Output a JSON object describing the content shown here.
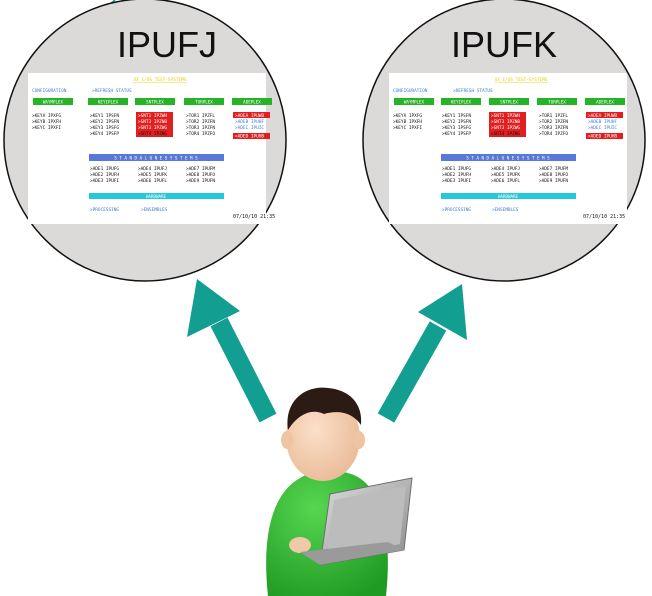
{
  "panels": [
    {
      "title": "IPUFJ",
      "banner": "XX I/OS TEST-SYSTEMS",
      "config_label": "CONFIGURATION",
      "refresh_label": ">REFRESH STATUS",
      "group_headers": [
        "WAYMPLEX",
        "KEYIPLEX",
        "SNTPLEX",
        "TORPLEX",
        "ADEPLEX"
      ],
      "col1": [
        ">KEYA IPXFG",
        ">KEYB IPXFH",
        ">KEYC IPXFI"
      ],
      "col2": [
        ">KEY1 IPSFN",
        ">KEY2 IPSFN",
        ">KEY3 IPSFG",
        ">KEY4 IPSFP"
      ],
      "col3": [
        ">SNT1 IPZWH",
        ">SNT3 IPZNB",
        ">SNT3 IPZWG",
        ">SRT4 IPZNG"
      ],
      "col4": [
        ">TOR1 IPZFL",
        ">TOR2 IPZFN",
        ">TOR3 IPZFN",
        ">TOR4 IPZFO"
      ],
      "col5": [
        ">ADEA IPUWB",
        ">ADEB IPUHF",
        ">ADEC IPUIC",
        ">ADED IPUHB"
      ],
      "standalone_header": "S T A N D A L O N E   S Y S T E M S",
      "sa1": [
        ">ADE1 IPUFG",
        ">ADE2 IPUFH",
        ">ADE3 IPUFI"
      ],
      "sa2": [
        ">ADE4 IPUFJ",
        ">ADE5 IPUFK",
        ">ADE6 IPUFL"
      ],
      "sa3": [
        ">ADE7 IPUFM",
        ">ADE8 IPUFO",
        ">ADE9 IPUFN"
      ],
      "hardware_header": "HARDWARE",
      "processing_label": ">PROCESSING",
      "ensembles_label": ">ENSEMBLES",
      "timestamp": "07/10/10 21:35"
    },
    {
      "title": "IPUFK",
      "banner": "XX I/OS TEST-SYSTEMS",
      "config_label": "CONFIGURATION",
      "refresh_label": ">REFRESH STATUS",
      "group_headers": [
        "WAYMPLEX",
        "KEYIPLEX",
        "SNTPLEX",
        "TORPLEX",
        "ADEPLEX"
      ],
      "col1": [
        ">KEYA IPXFG",
        ">KEYB IPXFH",
        ">KEYC IPXFI"
      ],
      "col2": [
        ">KEY1 IPSFN",
        ">KEY2 IPSFN",
        ">KEY3 IPSFG",
        ">KEY4 IPSFP"
      ],
      "col3": [
        ">SNT1 IPZWH",
        ">SNT3 IPZNB",
        ">SNT3 IPZWG",
        ">SRT4 IPZNG"
      ],
      "col4": [
        ">TOR1 IPZFL",
        ">TOR2 IPZFN",
        ">TOR3 IPZFN",
        ">TOR4 IPZFO"
      ],
      "col5": [
        ">ADEA IPUWB",
        ">ADEB IPUHF",
        ">ADEC IPUIC",
        ">ADED IPUHB"
      ],
      "standalone_header": "S T A N D A L O N E   S Y S T E M S",
      "sa1": [
        ">ADE1 IPUFG",
        ">ADE2 IPUFH",
        ">ADE3 IPUFI"
      ],
      "sa2": [
        ">ADE4 IPUFJ",
        ">ADE5 IPUFK",
        ">ADE6 IPUFL"
      ],
      "sa3": [
        ">ADE7 IPUFM",
        ">ADE8 IPUFO",
        ">ADE9 IPUFN"
      ],
      "hardware_header": "HARDWARE",
      "processing_label": ">PROCESSING",
      "ensembles_label": ">ENSEMBLES",
      "timestamp": "07/10/10 21:35"
    }
  ],
  "colors": {
    "circle_fill": "#dcd9d9",
    "circle_stroke": "#111111",
    "green_header": "#27b327",
    "red_highlight": "#e02020",
    "blue_header": "#5a78d8",
    "cyan_header": "#24c8d8",
    "arrow": "#139e92",
    "banner_text": "#e0d000",
    "link_text": "#3e7fd6"
  },
  "icons": [
    "user-avatar-icon",
    "laptop-icon",
    "arrow-up-left-icon",
    "arrow-up-right-icon"
  ]
}
